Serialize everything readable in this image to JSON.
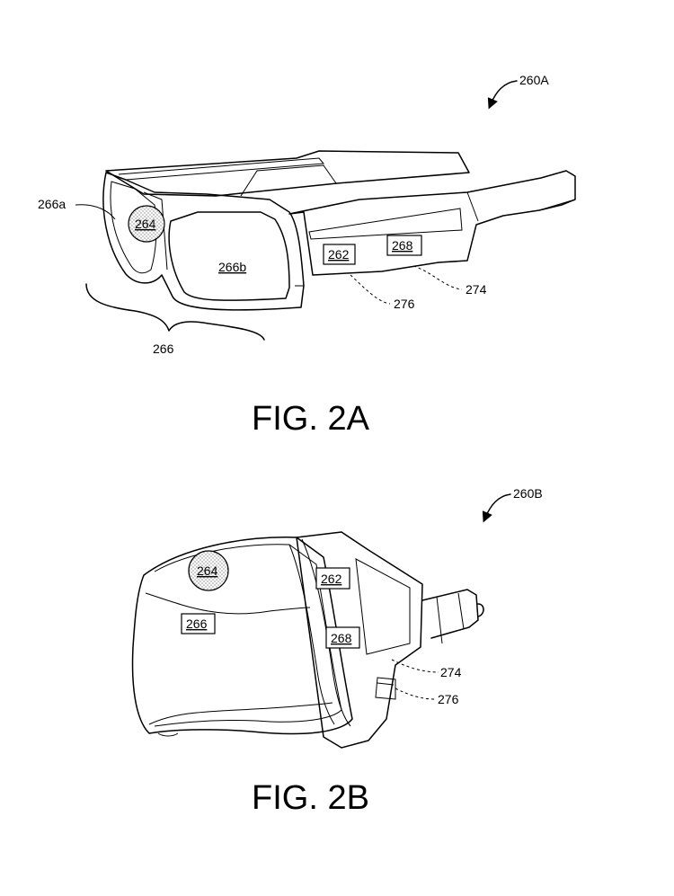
{
  "figures": [
    {
      "caption": "FIG. 2A",
      "ref": "260A",
      "labels": {
        "l266a": "266a",
        "l264": "264",
        "l266b": "266b",
        "l262": "262",
        "l268": "268",
        "l274": "274",
        "l276": "276",
        "l266": "266"
      }
    },
    {
      "caption": "FIG. 2B",
      "ref": "260B",
      "labels": {
        "l264": "264",
        "l262": "262",
        "l266": "266",
        "l268": "268",
        "l274": "274",
        "l276": "276"
      }
    }
  ],
  "colors": {
    "ink": "#000000",
    "paper": "#ffffff"
  }
}
